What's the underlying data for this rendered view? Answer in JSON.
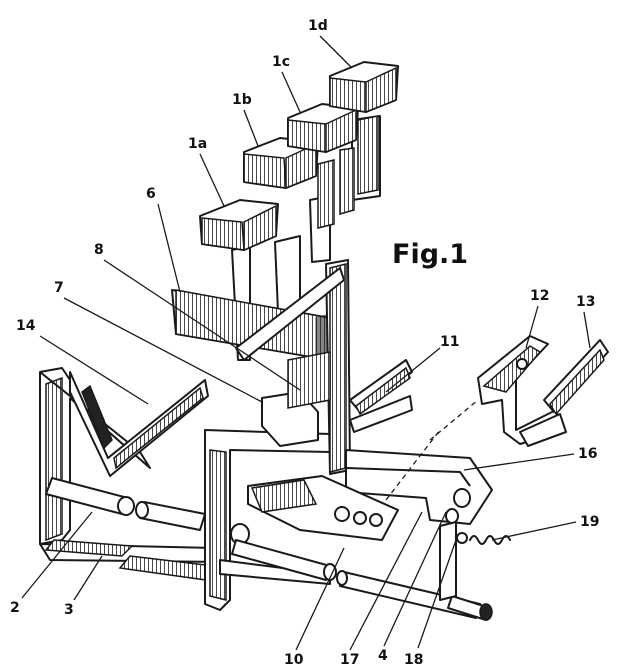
{
  "figure": {
    "title": "Fig.1",
    "labels": {
      "l1a": "1a",
      "l1b": "1b",
      "l1c": "1c",
      "l1d": "1d",
      "l2": "2",
      "l3": "3",
      "l4": "4",
      "l6": "6",
      "l7": "7",
      "l8": "8",
      "l10": "10",
      "l11": "11",
      "l12": "12",
      "l13": "13",
      "l14": "14",
      "l16": "16",
      "l17": "17",
      "l18": "18",
      "l19": "19"
    }
  }
}
